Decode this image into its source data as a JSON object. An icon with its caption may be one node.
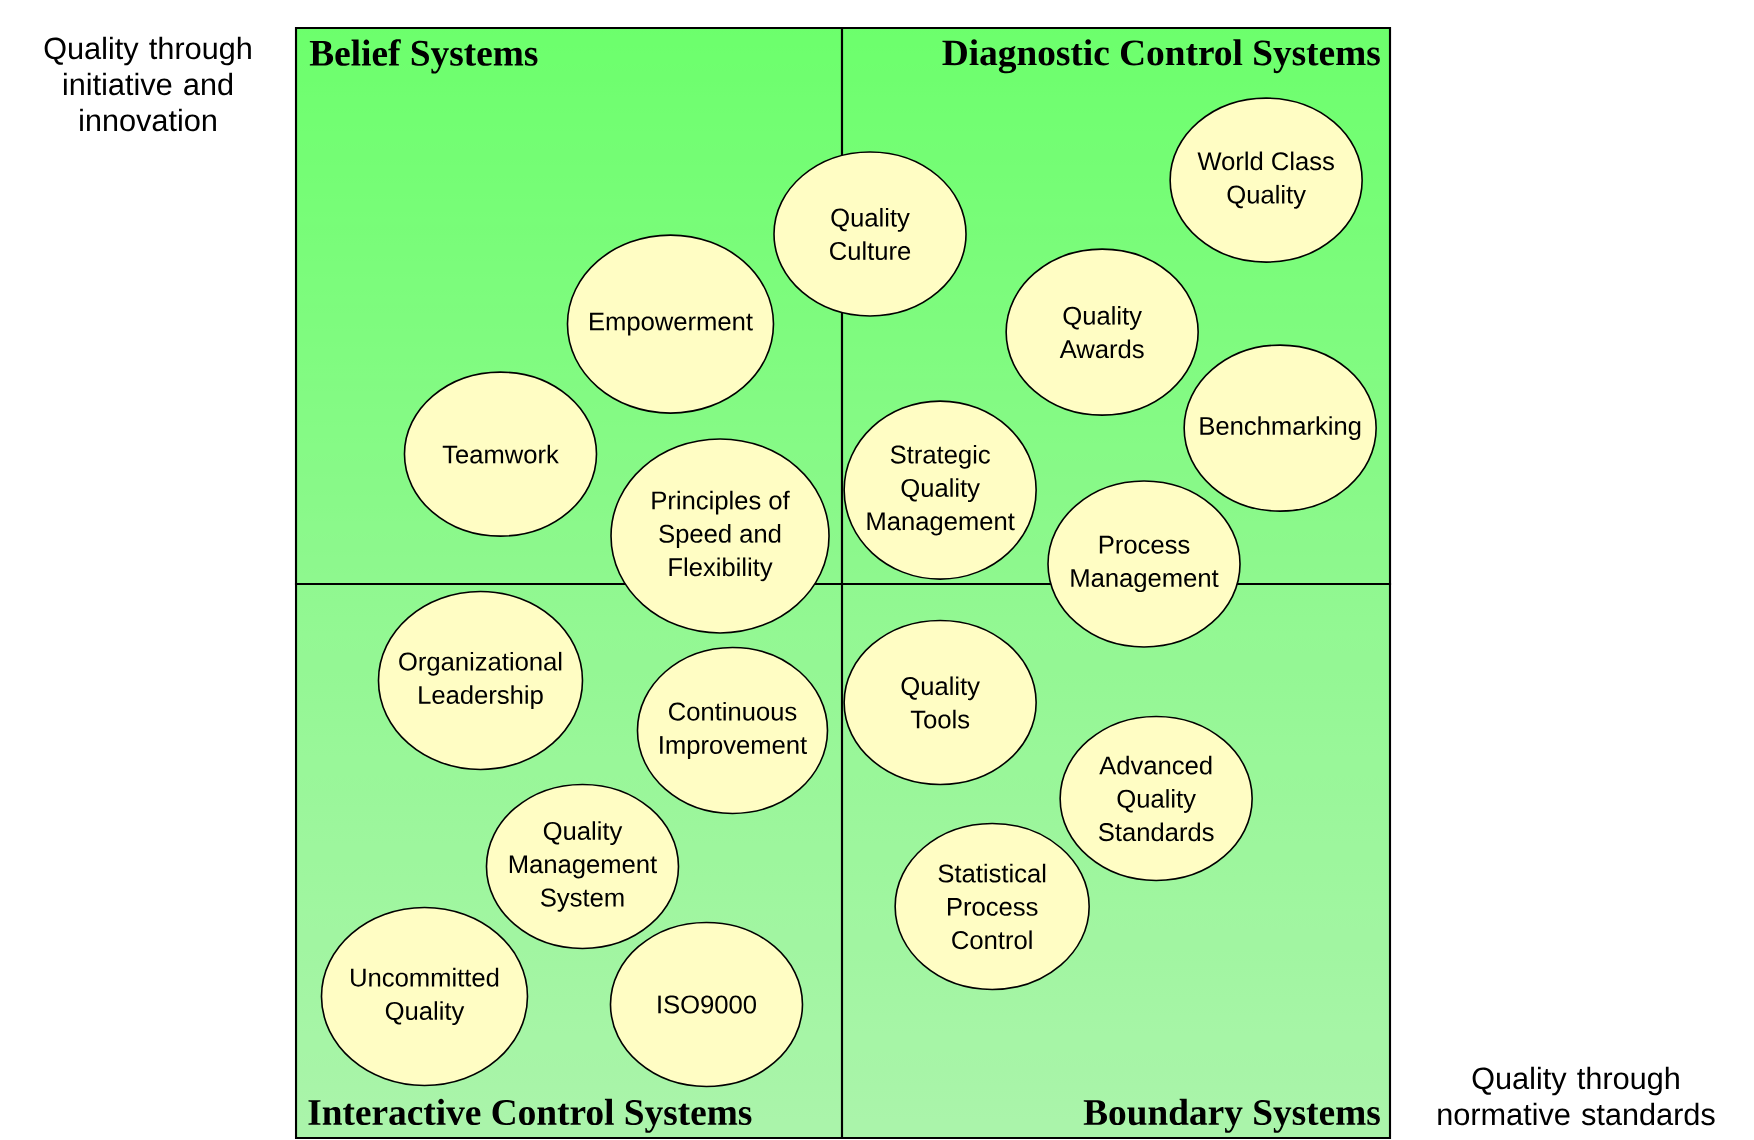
{
  "diagram": {
    "nodes": [
      {
        "text": [
          "Belief Systems"
        ]
      },
      {
        "text": [
          "Diagnostic Control Systems"
        ]
      },
      {
        "text": [
          "Interactive Control Systems"
        ]
      },
      {
        "text": [
          "Boundary Systems"
        ]
      },
      {
        "text": [
          "World Class Quality"
        ],
        "in": 1
      },
      {
        "text": [
          "Quality Culture"
        ]
      },
      {
        "text": [
          "Empowerment"
        ],
        "in": 0
      },
      {
        "text": [
          "Quality Awards"
        ],
        "in": 1
      },
      {
        "text": [
          "Benchmarking"
        ],
        "in": 1
      },
      {
        "text": [
          "Teamwork"
        ],
        "in": 0
      },
      {
        "text": [
          "Strategic Quality Management"
        ],
        "in": 1
      },
      {
        "text": [
          "Principles of Speed and Flexibility"
        ]
      },
      {
        "text": [
          "Process Management"
        ]
      },
      {
        "text": [
          "Organizational Leadership"
        ],
        "in": 2
      },
      {
        "text": [
          "Quality Tools"
        ],
        "in": 3
      },
      {
        "text": [
          "Continuous Improvement"
        ],
        "in": 2
      },
      {
        "text": [
          "Advanced Quality Standards"
        ],
        "in": 3
      },
      {
        "text": [
          "Quality Management System"
        ],
        "in": 2
      },
      {
        "text": [
          "Statistical Process Control"
        ],
        "in": 3
      },
      {
        "text": [
          "Uncommitted Quality"
        ],
        "in": 2
      },
      {
        "text": [
          "ISO9000"
        ],
        "in": 2
      }
    ],
    "labels": [
      "Quality through initiative and innovation",
      "Quality through normative standards"
    ]
  }
}
